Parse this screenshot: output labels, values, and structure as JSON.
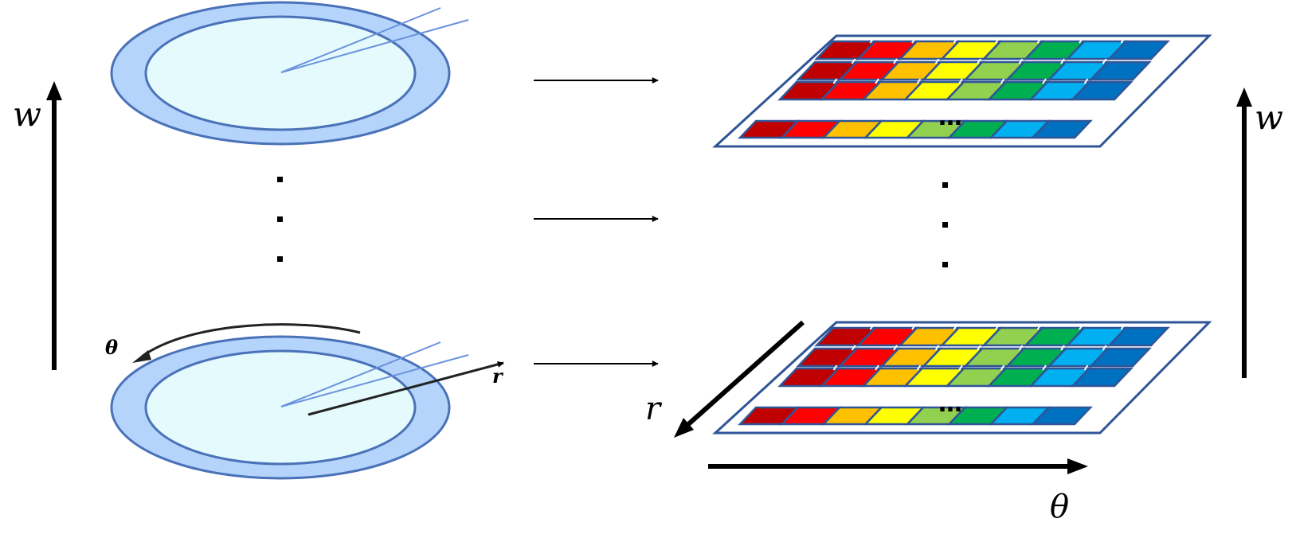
{
  "labels": {
    "w_left": "w",
    "w_right": "w",
    "theta_small": "θ",
    "r_small": "r",
    "r_big": "r",
    "theta_big": "θ",
    "ellipsis": "…"
  },
  "colors": {
    "disk_outer_fill": "#b4d4fb",
    "disk_inner_fill": "#e4fafc",
    "disk_stroke": "#4a72b8",
    "ray": "#6a92dc",
    "frame_stroke": "#2f5597",
    "cell_stroke": "#2f5597",
    "arrow": "#000000",
    "palette": [
      "#c00000",
      "#ff0000",
      "#ffc000",
      "#ffff00",
      "#92d050",
      "#00b050",
      "#00b0f0",
      "#0070c0"
    ]
  }
}
